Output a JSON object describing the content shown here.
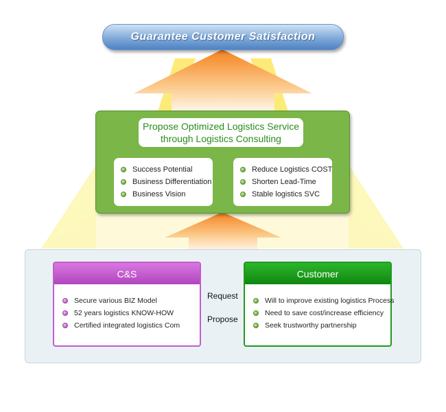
{
  "header": {
    "title": "Guarantee Customer Satisfaction"
  },
  "proposal": {
    "title_line1": "Propose Optimized Logistics Service",
    "title_line2": "through Logistics Consulting",
    "left_items": [
      "Success Potential",
      "Business Differentiation",
      "Business Vision"
    ],
    "right_items": [
      "Reduce Logistics COST",
      "Shorten Lead-Time",
      "Stable logistics SVC"
    ]
  },
  "cs": {
    "title": "C&S",
    "items": [
      "Secure various BIZ Model",
      "52 years logistics KNOW-HOW",
      "Certified integrated logistics Com"
    ]
  },
  "customer": {
    "title": "Customer",
    "items": [
      "Will to improve existing logistics Process",
      "Need to save cost/increase efficiency",
      "Seek trustworthy partnership"
    ]
  },
  "flow": {
    "request": "Request",
    "propose": "Propose"
  },
  "colors": {
    "banner": "#7fa9d8",
    "green_panel": "#7ab648",
    "cs": "#c05ccc",
    "customer": "#1d9b1d",
    "arrow": "#f7981d",
    "glow": "#fdf6a8"
  }
}
